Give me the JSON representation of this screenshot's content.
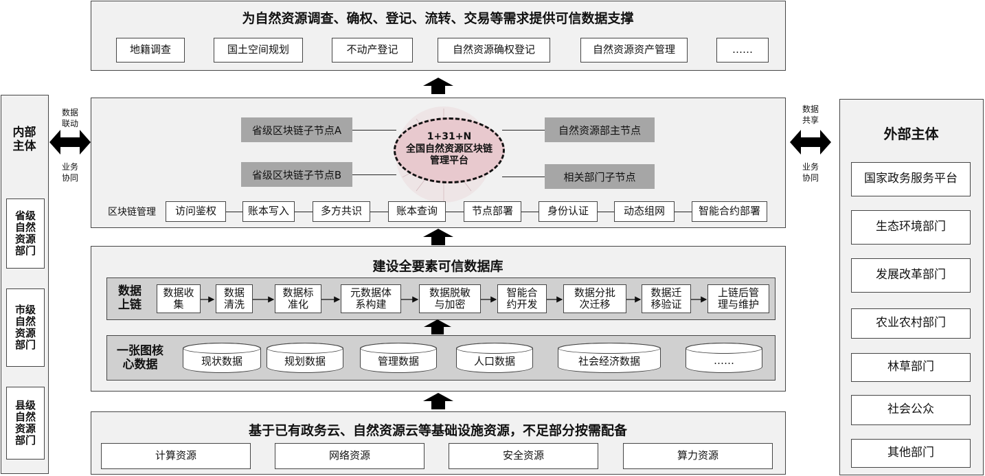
{
  "top": {
    "title": "为自然资源调查、确权、登记、流转、交易等需求提供可信数据支撑",
    "items": [
      "地籍调查",
      "国土空间规划",
      "不动产登记",
      "自然资源确权登记",
      "自然资源资产管理",
      "……"
    ]
  },
  "blockchain": {
    "center": {
      "line1": "1+31+N",
      "line2": "全国自然资源区块链",
      "line3": "管理平台"
    },
    "nodes": [
      "省级区块链子节点A",
      "省级区块链子节点B",
      "自然资源部主节点",
      "相关部门子节点"
    ],
    "mgmt_label": "区块链管理",
    "mgmt_items": [
      "访问鉴权",
      "账本写入",
      "多方共识",
      "账本查询",
      "节点部署",
      "身份认证",
      "动态组网",
      "智能合约部署"
    ]
  },
  "database": {
    "title": "建设全要素可信数据库",
    "chain_label": "数据\n上链",
    "steps": [
      "数据收\n集",
      "数据\n清洗",
      "数据标\n准化",
      "元数据体\n系构建",
      "数据脱敏\n与加密",
      "智能合\n约开发",
      "数据分批\n次迁移",
      "数据迁\n移验证",
      "上链后管\n理与维护"
    ],
    "core_label": "一张图核\n心数据",
    "cores": [
      "现状数据",
      "规划数据",
      "管理数据",
      "人口数据",
      "社会经济数据",
      "……"
    ]
  },
  "infra": {
    "title": "基于已有政务云、自然资源云等基础设施资源，不足部分按需配备",
    "items": [
      "计算资源",
      "网络资源",
      "安全资源",
      "算力资源"
    ]
  },
  "left": {
    "title": "内部\n主体",
    "items": [
      "省级\n自然\n资源\n部门",
      "市级\n自然\n资源\n部门",
      "县级\n自然\n资源\n部门"
    ],
    "arrow_top": "数据\n联动",
    "arrow_bottom": "业务\n协同"
  },
  "right": {
    "title": "外部主体",
    "items": [
      "国家政务服务平台",
      "生态环境部门",
      "发展改革部门",
      "农业农村部门",
      "林草部门",
      "社会公众",
      "其他部门"
    ],
    "arrow_top": "数据\n共享",
    "arrow_bottom": "业务\n协同"
  }
}
